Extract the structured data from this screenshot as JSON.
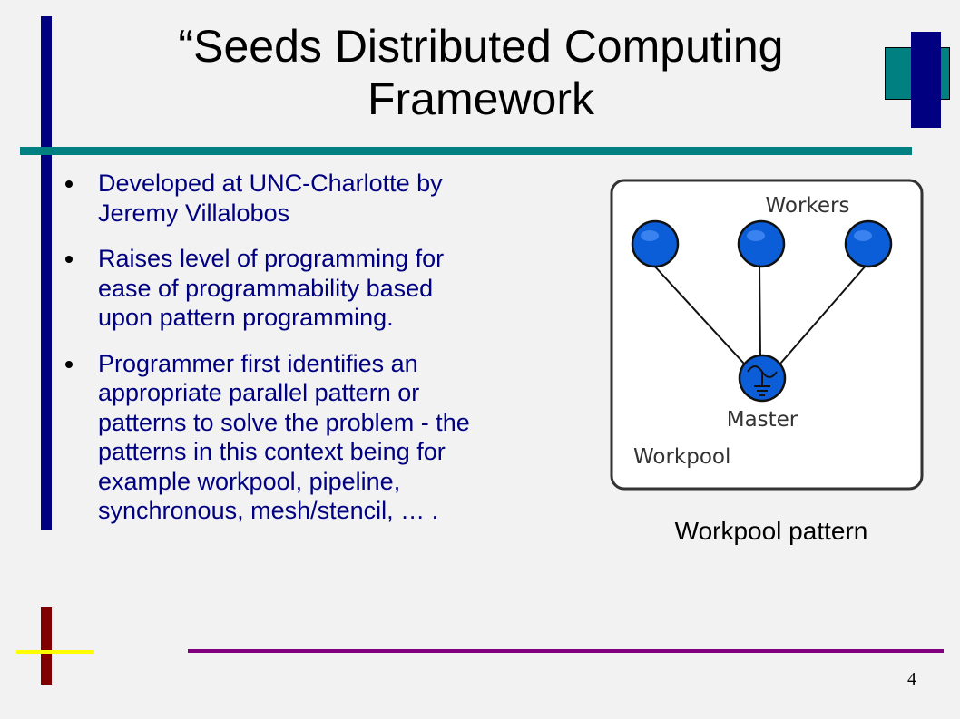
{
  "title": "“Seeds Distributed Computing Framework",
  "bullets": [
    "Developed at UNC-Charlotte by Jeremy Villalobos",
    "Raises level of programming for ease of programmability based upon pattern programming.",
    "Programmer first identifies an appropriate parallel pattern or patterns to solve the problem - the patterns in this context being for example workpool, pipeline, synchronous, mesh/stencil, … ."
  ],
  "diagram": {
    "workers_label": "Workers",
    "master_label": "Master",
    "pool_label": "Workpool",
    "node_color": "#0b5ed7"
  },
  "caption": "Workpool pattern",
  "page_number": "4",
  "colors": {
    "navy": "#000080",
    "teal": "#008080",
    "maroon": "#800000",
    "yellow": "#ffff00",
    "purple": "#800080",
    "background": "#f2f2f2"
  }
}
